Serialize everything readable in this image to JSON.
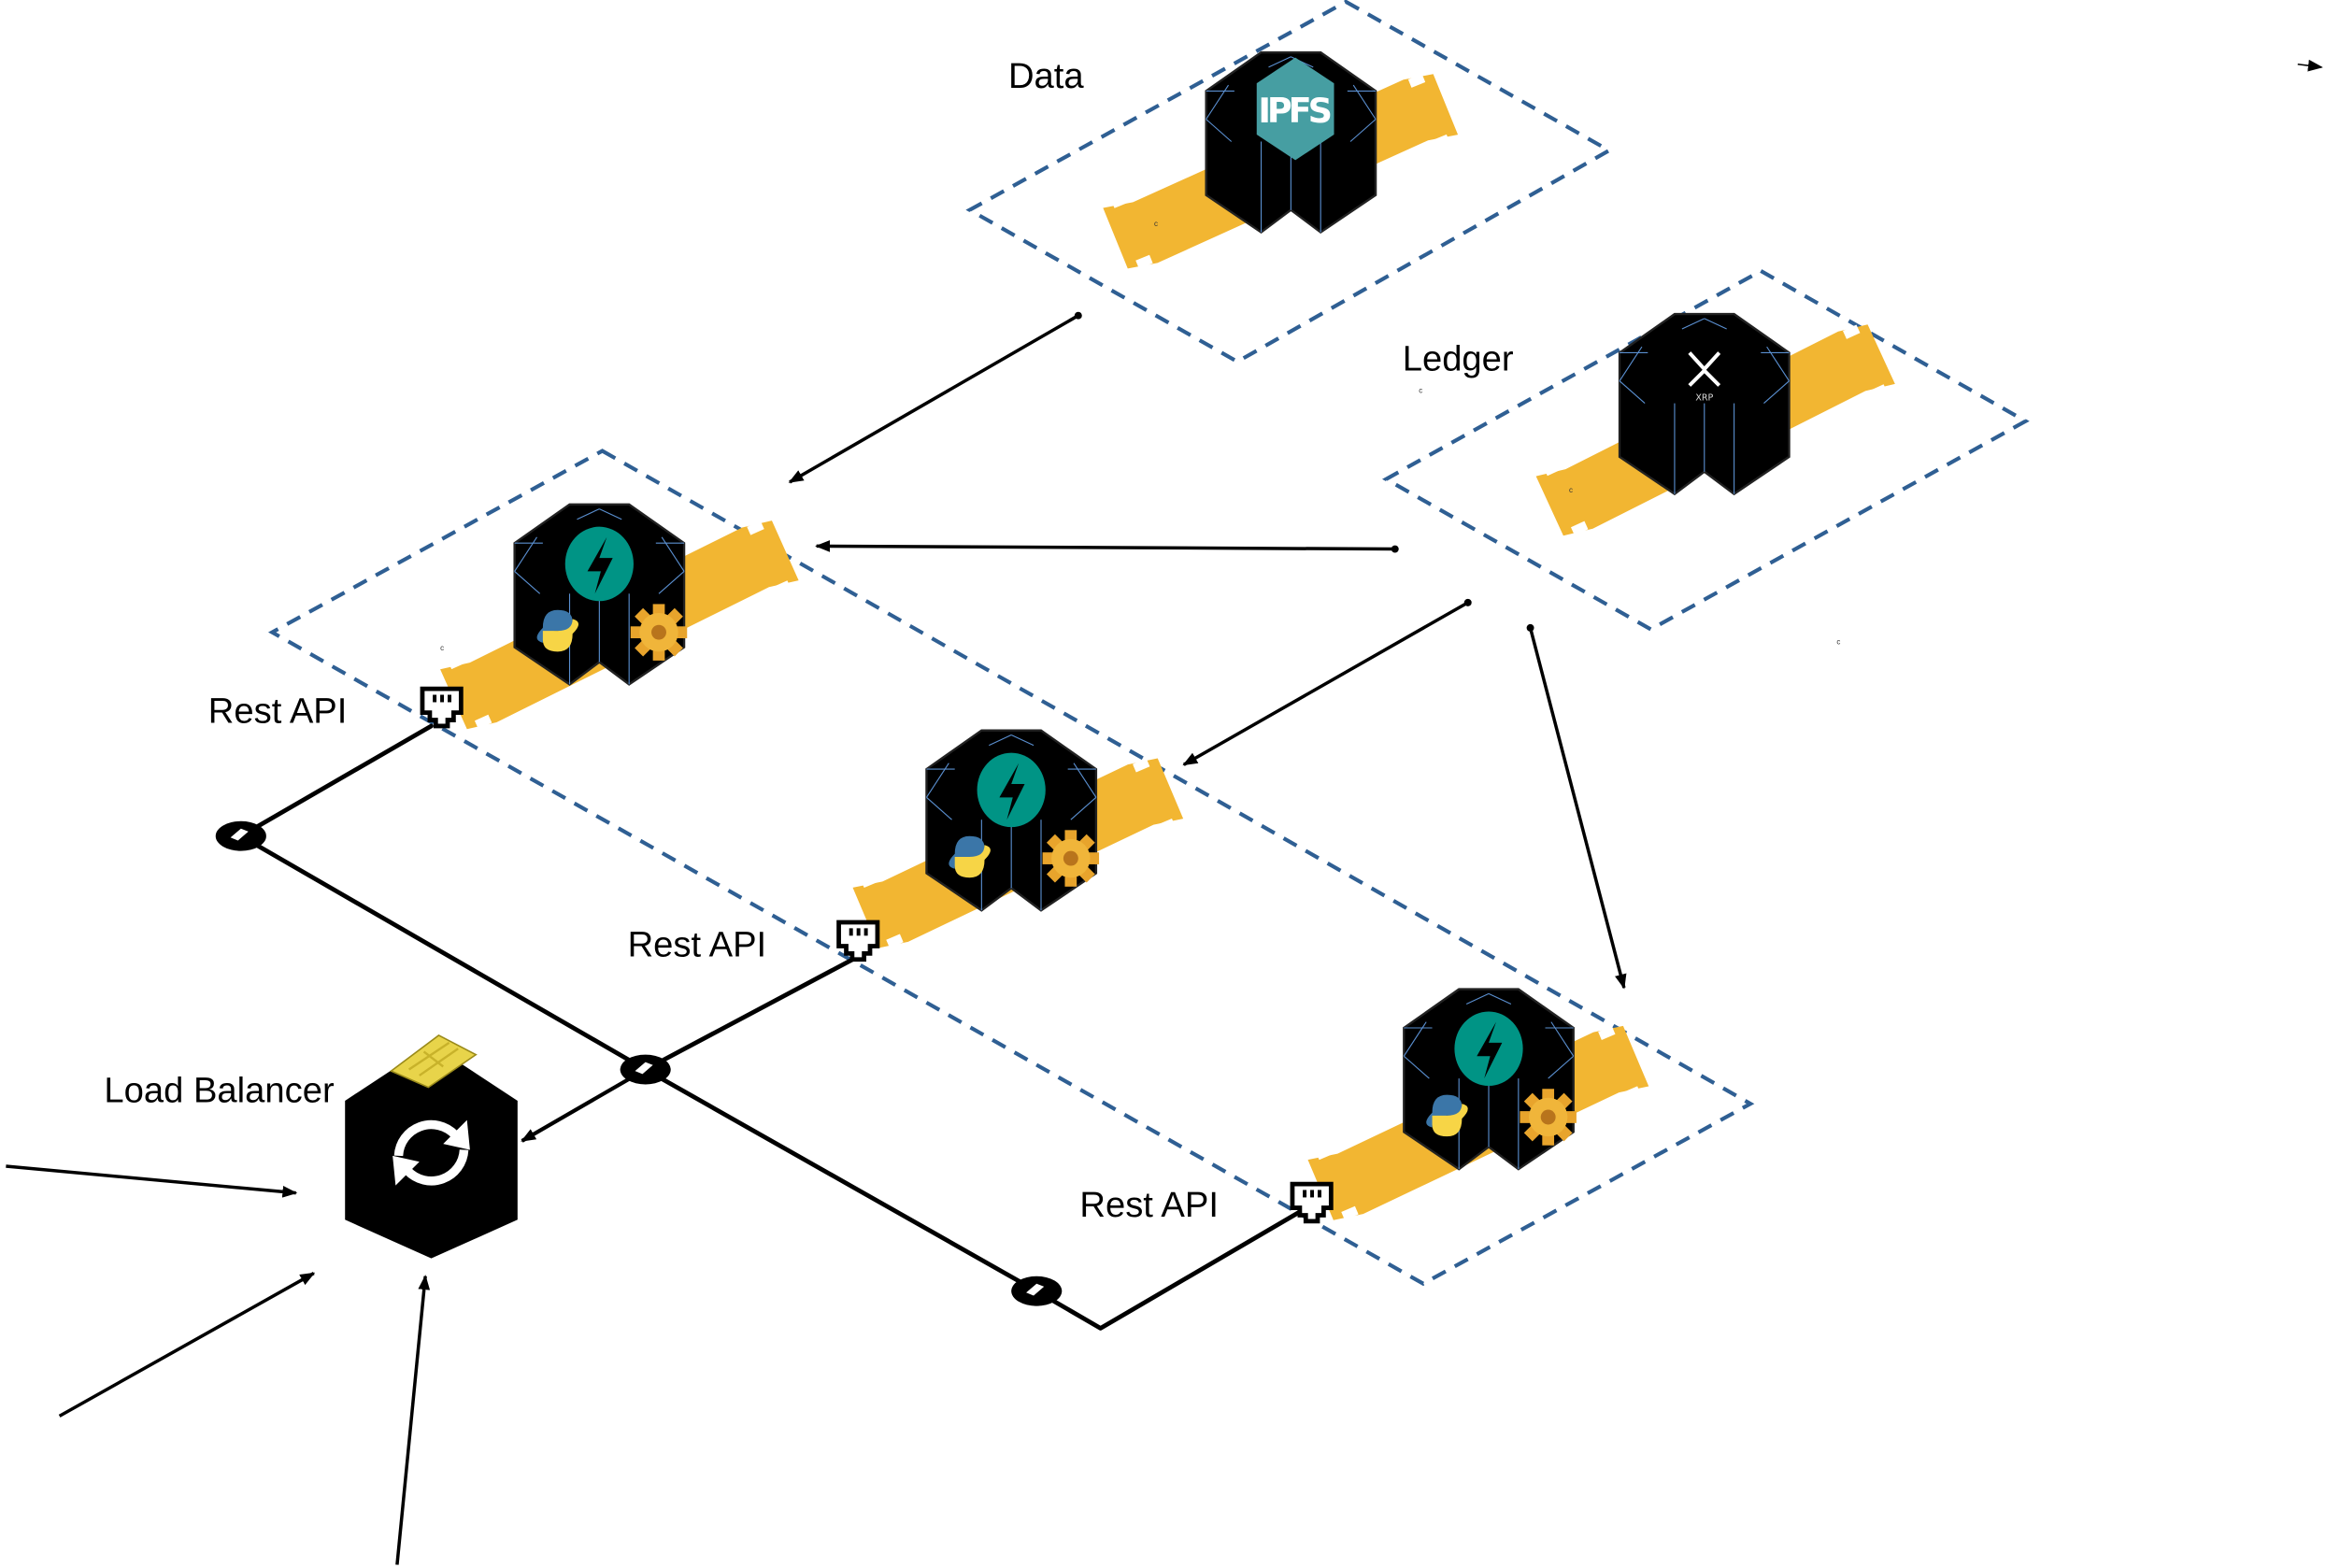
{
  "labels": {
    "data": "Data",
    "ledger": "Ledger",
    "rest_api_1": "Rest API",
    "rest_api_2": "Rest API",
    "rest_api_3": "Rest API",
    "load_balancer": "Load Balancer"
  },
  "servers": {
    "ipfs": {
      "logo_text": "IPFS",
      "icon": "ipfs-logo"
    },
    "ledger": {
      "logo_text": "XRP",
      "icon": "xrp-logo"
    },
    "api": {
      "icons": [
        "fastapi-bolt",
        "python-logo",
        "gear"
      ]
    },
    "load_balancer": {
      "icons": [
        "sync-arrows",
        "chip"
      ]
    }
  },
  "stray_marks": [
    "c",
    "c",
    "c",
    "c",
    "c"
  ],
  "colors": {
    "zone_border": "#2f5f93",
    "band": "#f2b632",
    "server_body": "#000000",
    "server_edges": "#5a8fd0",
    "ipfs_teal": "#469ea2",
    "fastapi_teal": "#009485",
    "chip_yellow": "#e8d44a"
  }
}
